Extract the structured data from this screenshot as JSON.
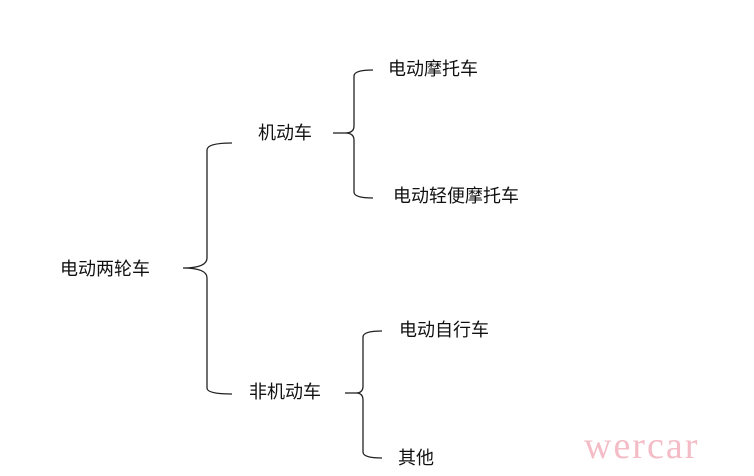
{
  "root": "电动两轮车",
  "branches": [
    {
      "label": "机动车",
      "children": [
        "电动摩托车",
        "电动轻便摩托车"
      ]
    },
    {
      "label": "非机动车",
      "children": [
        "电动自行车",
        "其他"
      ]
    }
  ],
  "watermark": "wercar"
}
